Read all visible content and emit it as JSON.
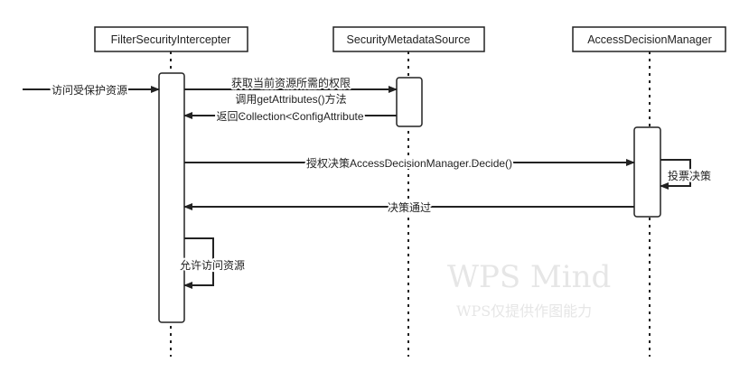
{
  "participants": [
    {
      "name": "FilterSecurityIntercepter"
    },
    {
      "name": "SecurityMetadataSource"
    },
    {
      "name": "AccessDecisionManager"
    }
  ],
  "messages": [
    {
      "label": "访问受保护资源"
    },
    {
      "label": "获取当前资源所需的权限",
      "label2": "调用getAttributes()方法"
    },
    {
      "label": "返回Collection<ConfigAttribute"
    },
    {
      "label": "授权决策AccessDecisionManager.Decide()"
    },
    {
      "label": "投票决策"
    },
    {
      "label": "决策通过"
    },
    {
      "label": "允许访问资源"
    }
  ],
  "watermark": {
    "line1": "WPS Mind",
    "line2": "WPS仅提供作图能力"
  },
  "colors": {
    "stroke": "#222222",
    "watermark": "#e6e6e6"
  }
}
